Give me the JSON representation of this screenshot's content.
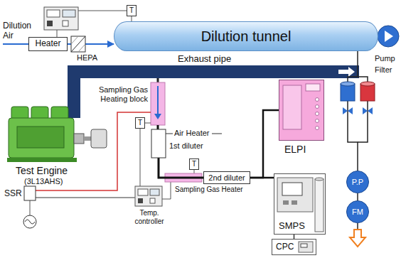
{
  "diagram": {
    "nodes": [
      {
        "text": [
          "Heater"
        ]
      },
      {
        "text": [
          "T"
        ]
      },
      {
        "text": [
          "Dilution tunnel"
        ]
      },
      {
        "text": [
          "T"
        ]
      },
      {
        "text": [
          "T"
        ]
      },
      {
        "text": [
          "2nd diluter"
        ]
      },
      {
        "text": [
          "ELPI"
        ]
      },
      {
        "text": [
          "SMPS"
        ]
      },
      {
        "text": [
          "CPC"
        ]
      },
      {
        "text": [
          "P.P"
        ]
      },
      {
        "text": [
          "FM"
        ]
      }
    ],
    "edges": [
      {
        "from": 0,
        "to": 2,
        "arrow": "to"
      },
      {
        "from": 1,
        "to": 2,
        "arrow": "none"
      },
      {
        "from": 5,
        "to": 6,
        "arrow": "none"
      },
      {
        "from": 5,
        "to": 7,
        "arrow": "none"
      },
      {
        "from": 7,
        "to": 8,
        "arrow": "none"
      },
      {
        "from": 2,
        "to": 9,
        "arrow": "none"
      },
      {
        "from": 9,
        "to": 10,
        "arrow": "none"
      }
    ],
    "labels": [
      "Dilution Air",
      "HEPA",
      "Pump",
      "Filter",
      "Exhaust pipe",
      "Sampling Gas Heating block",
      "Air Heater",
      "1st diluter",
      "Sampling Gas Heater",
      "Test Engine",
      "(3L13AHS)",
      "SSR",
      "Temp. controller"
    ]
  }
}
